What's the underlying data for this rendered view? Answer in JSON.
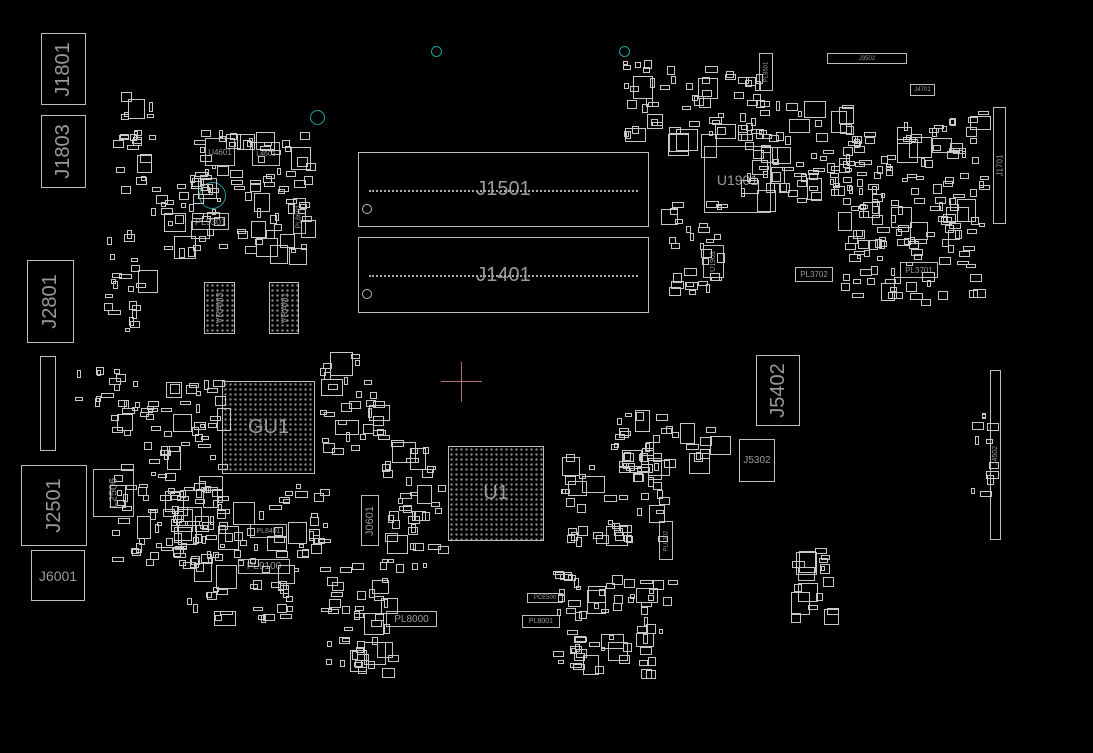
{
  "view": "boardview",
  "colors": {
    "background": "#000000",
    "outline": "#bdbdbd",
    "label": "#9a9a9a",
    "via": "#1fa0a0",
    "cursor": "#b07070"
  },
  "components": {
    "j1801": "J1801",
    "j1803": "J1803",
    "j2801": "J2801",
    "j2501": "J2501",
    "j6001": "J6001",
    "l2506": "L2506",
    "gu1": "GU1",
    "vram3": "VRAM3",
    "vram1": "VRAM1",
    "u4601": "U4601",
    "l4603": "L4603",
    "pl9301": "PL9301",
    "pl8601": "PL8601",
    "j1501": "J1501",
    "j1401": "J1401",
    "u1901": "U1901",
    "u1903": "U1903",
    "pl3702": "PL3702",
    "pl3701": "PL3701",
    "j1701": "J1701",
    "j4701": "J4701",
    "j3502": "J3502",
    "pl8501": "PL8501",
    "u1": "U1",
    "j0601": "J0601",
    "pl8000": "PL8000",
    "pl8001": "PL8001",
    "pce500": "PCE500",
    "pl8401": "PL8401",
    "pl9100": "PL9100",
    "pl8302": "PL8302",
    "j5402": "J5402",
    "j5302": "J5302",
    "j4502": "J4502"
  }
}
